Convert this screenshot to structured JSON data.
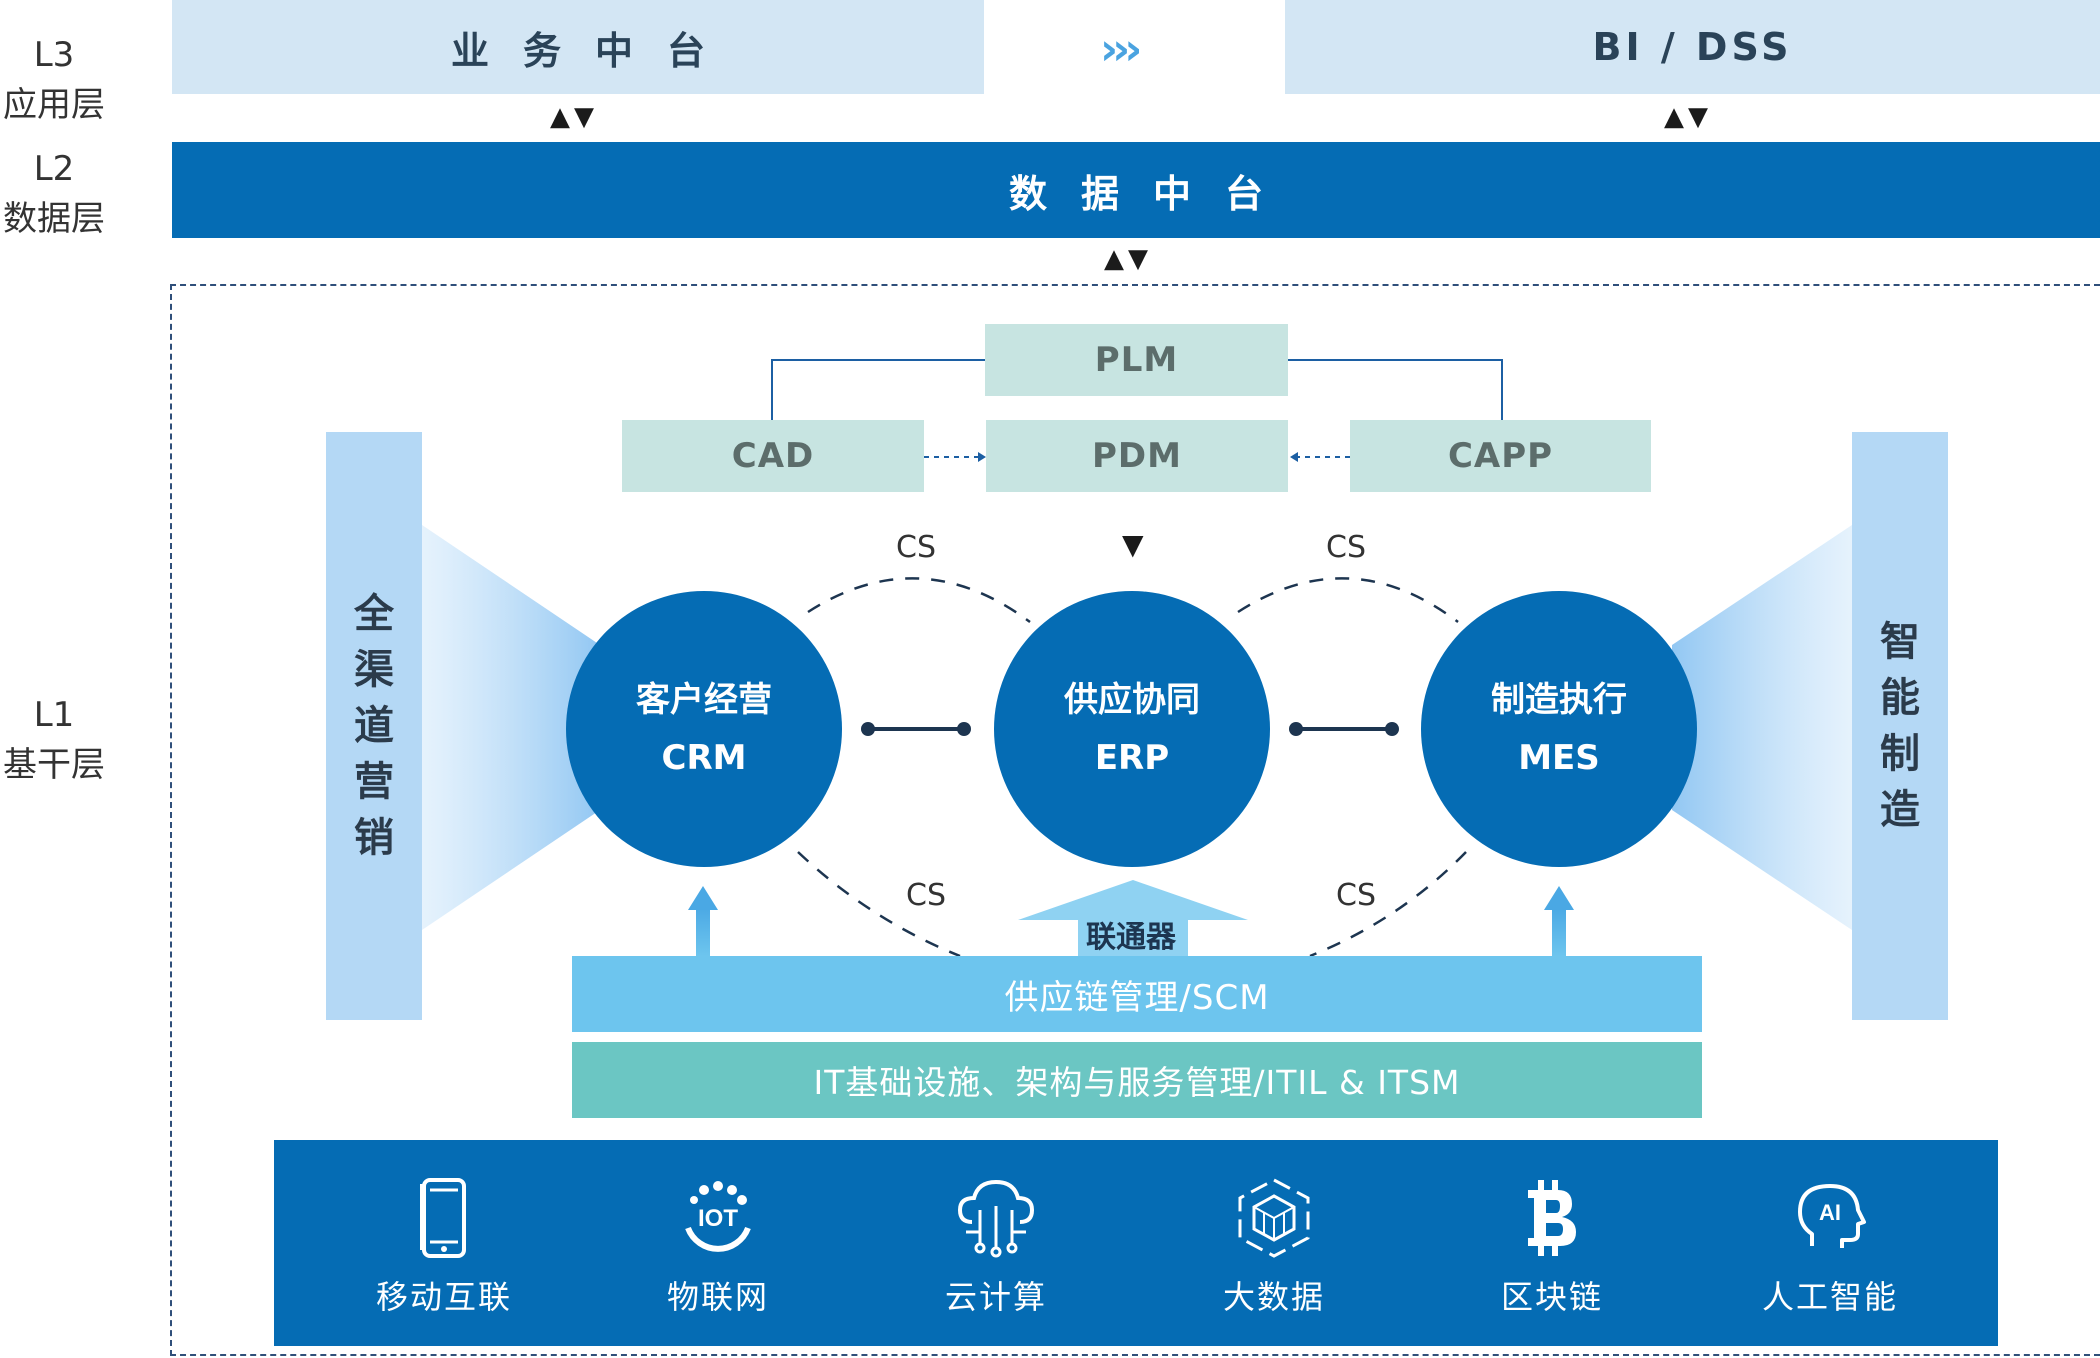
{
  "layers": {
    "l3": {
      "code": "L3",
      "name": "应用层"
    },
    "l2": {
      "code": "L2",
      "name": "数据层"
    },
    "l1": {
      "code": "L1",
      "name": "基干层"
    }
  },
  "top": {
    "business_platform": "业务中台",
    "bi_dss": "BI / DSS",
    "chevrons": "›››"
  },
  "data_platform": "数据中台",
  "updown_arrows": "▲▼",
  "pdm_group": {
    "plm": "PLM",
    "cad": "CAD",
    "pdm": "PDM",
    "capp": "CAPP",
    "down_arrow": "▼"
  },
  "side_left": [
    "全",
    "渠",
    "道",
    "营",
    "销"
  ],
  "side_right": [
    "智",
    "能",
    "制",
    "造"
  ],
  "circles": [
    {
      "cn": "客户经营",
      "en": "CRM"
    },
    {
      "cn": "供应协同",
      "en": "ERP"
    },
    {
      "cn": "制造执行",
      "en": "MES"
    }
  ],
  "cs_label": "CS",
  "connector": "联通器",
  "scm": "供应链管理/SCM",
  "itil": "IT基础设施、架构与服务管理/ITIL & ITSM",
  "tech": [
    {
      "label": "移动互联",
      "icon": "smartphone-icon"
    },
    {
      "label": "物联网",
      "icon": "iot-icon",
      "icon_text": "IOT"
    },
    {
      "label": "云计算",
      "icon": "cloud-computing-icon"
    },
    {
      "label": "大数据",
      "icon": "big-data-icon"
    },
    {
      "label": "区块链",
      "icon": "bitcoin-icon"
    },
    {
      "label": "人工智能",
      "icon": "ai-head-icon",
      "icon_text": "AI"
    }
  ],
  "colors": {
    "dark_blue": "#056cb4",
    "light_blue": "#d3e6f4",
    "teal_light": "#c7e4e1",
    "scm_blue": "#6dc5ee",
    "itil_teal": "#6bc6c3",
    "side_blue": "#b4d8f5"
  }
}
